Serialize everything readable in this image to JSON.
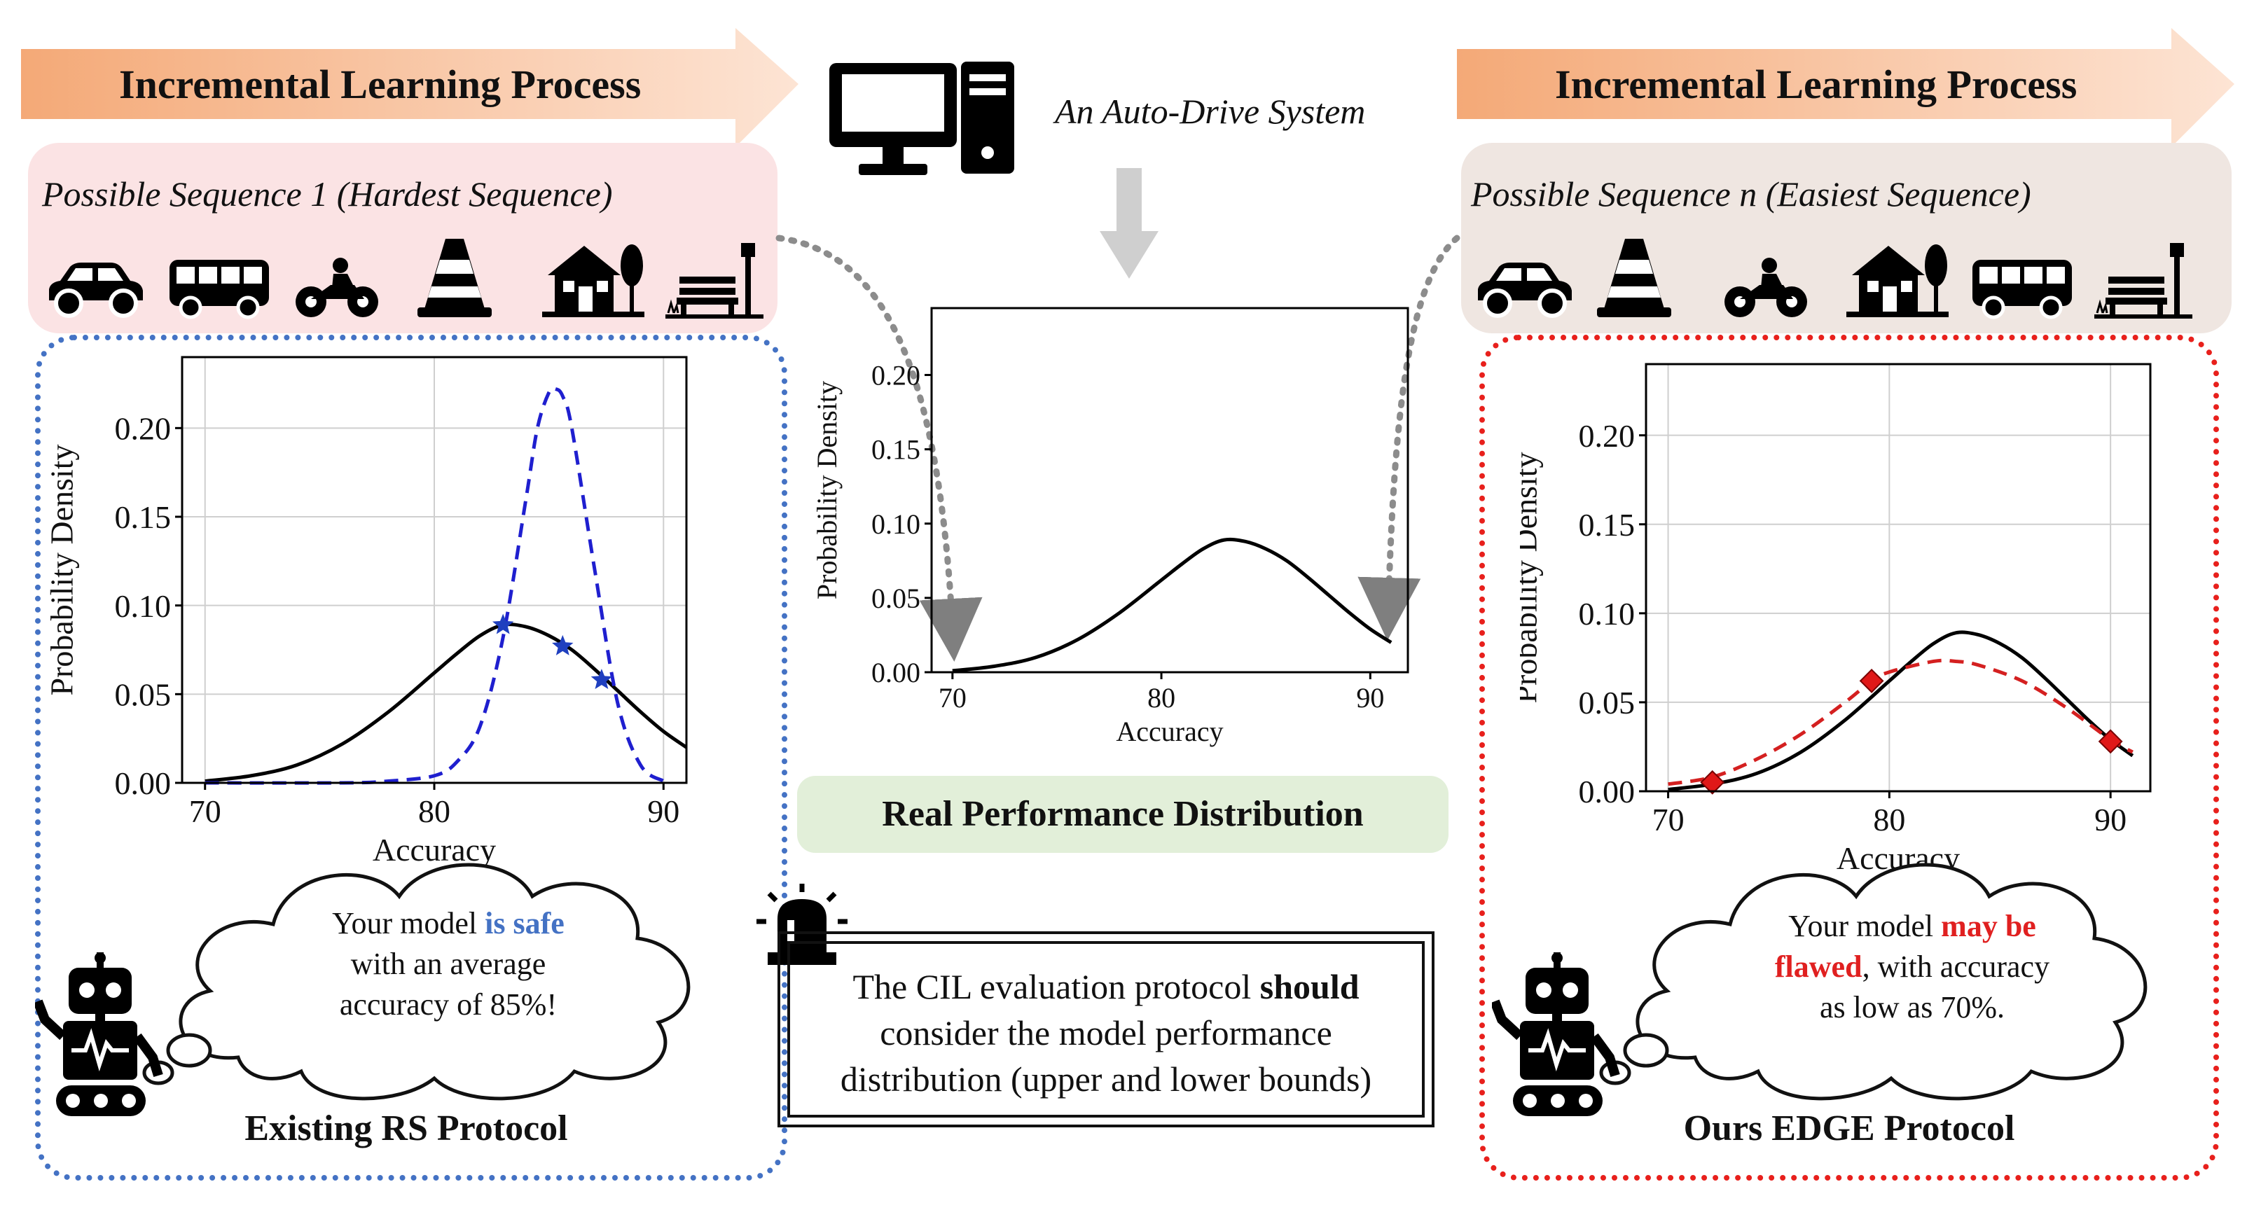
{
  "left": {
    "banner": "Incremental Learning Process",
    "sequence_title": "Possible Sequence 1 (Hardest Sequence)",
    "icons": [
      "car-icon",
      "bus-icon",
      "motorbike-icon",
      "traffic-cone-icon",
      "house-icon",
      "park-bench-icon"
    ],
    "caption": "Existing RS Protocol",
    "bubble": {
      "part1": "Your model ",
      "highlight": "is safe",
      "part2": "with an average",
      "part3": "accuracy of 85%!"
    },
    "highlight_color": "#4472c4",
    "box_color": "#4472c4"
  },
  "center": {
    "system_label": "An Auto-Drive System",
    "icons": [
      "desktop-monitor-icon",
      "pc-tower-icon"
    ],
    "label": "Real Performance Distribution",
    "alert": {
      "pre": "The CIL evaluation protocol ",
      "bold": "should",
      "line2": "consider the model performance",
      "line3": "distribution (upper and lower bounds)"
    }
  },
  "right": {
    "banner": "Incremental Learning Process",
    "sequence_title": "Possible Sequence n (Easiest Sequence)",
    "icons": [
      "car-icon",
      "traffic-cone-icon",
      "motorbike-icon",
      "house-icon",
      "bus-icon",
      "park-bench-icon"
    ],
    "caption": "Ours EDGE Protocol",
    "bubble": {
      "part1": "Your model ",
      "highlight1": "may be",
      "highlight2": "flawed",
      "part2": ", with accuracy",
      "part3": "as low as 70%."
    },
    "highlight_color": "#e02020",
    "box_color": "#e8201c"
  },
  "chart_data": [
    {
      "id": "left",
      "type": "line",
      "xlabel": "Accuracy",
      "ylabel": "Probability Density",
      "xlim": [
        69,
        91
      ],
      "ylim": [
        0,
        0.24
      ],
      "xticks": [
        70,
        80,
        90
      ],
      "yticks": [
        0.0,
        0.05,
        0.1,
        0.15,
        0.2
      ],
      "grid": true,
      "series": [
        {
          "style": "solid",
          "color": "#000000",
          "x": [
            70,
            72,
            74,
            76,
            78,
            80,
            81,
            82,
            83,
            84,
            85,
            86,
            87,
            88,
            89,
            90,
            91
          ],
          "y": [
            0.001,
            0.004,
            0.01,
            0.022,
            0.04,
            0.062,
            0.073,
            0.083,
            0.089,
            0.088,
            0.083,
            0.075,
            0.064,
            0.052,
            0.04,
            0.029,
            0.02
          ]
        },
        {
          "style": "dashed",
          "color": "#1f1fcf",
          "x": [
            70,
            76,
            78,
            80,
            81,
            82,
            83,
            84,
            84.5,
            85,
            85.3,
            85.6,
            86,
            87,
            88,
            89,
            90
          ],
          "y": [
            0,
            0,
            0.001,
            0.004,
            0.012,
            0.032,
            0.082,
            0.16,
            0.2,
            0.22,
            0.222,
            0.218,
            0.2,
            0.12,
            0.045,
            0.01,
            0.001
          ]
        }
      ],
      "markers": {
        "shape": "star",
        "color": "#1f3fbf",
        "x": [
          83,
          85.6,
          87.3
        ],
        "y": [
          0.089,
          0.077,
          0.058
        ]
      }
    },
    {
      "id": "center",
      "type": "line",
      "xlabel": "Accuracy",
      "ylabel": "Probability Density",
      "xlim": [
        69,
        91.8
      ],
      "ylim": [
        0,
        0.245
      ],
      "xticks": [
        70,
        80,
        90
      ],
      "yticks": [
        0.0,
        0.05,
        0.1,
        0.15,
        0.2
      ],
      "grid": false,
      "series": [
        {
          "style": "solid",
          "color": "#000000",
          "x": [
            70,
            72,
            74,
            76,
            78,
            80,
            81,
            82,
            83,
            84,
            85,
            86,
            87,
            88,
            89,
            90,
            91
          ],
          "y": [
            0.001,
            0.004,
            0.01,
            0.022,
            0.04,
            0.062,
            0.073,
            0.083,
            0.089,
            0.088,
            0.083,
            0.075,
            0.064,
            0.052,
            0.04,
            0.029,
            0.02
          ]
        }
      ]
    },
    {
      "id": "right",
      "type": "line",
      "xlabel": "Accuracy",
      "ylabel": "Probability Density",
      "xlim": [
        69,
        91.8
      ],
      "ylim": [
        0,
        0.24
      ],
      "xticks": [
        70,
        80,
        90
      ],
      "yticks": [
        0.0,
        0.05,
        0.1,
        0.15,
        0.2
      ],
      "grid": true,
      "series": [
        {
          "style": "solid",
          "color": "#000000",
          "x": [
            70,
            72,
            74,
            76,
            78,
            80,
            81,
            82,
            83,
            84,
            85,
            86,
            87,
            88,
            89,
            90,
            91
          ],
          "y": [
            0.001,
            0.004,
            0.01,
            0.022,
            0.04,
            0.062,
            0.073,
            0.083,
            0.089,
            0.088,
            0.083,
            0.075,
            0.064,
            0.052,
            0.04,
            0.029,
            0.02
          ]
        },
        {
          "style": "dashed",
          "color": "#d42020",
          "x": [
            70,
            72,
            74,
            76,
            78,
            79.2,
            80,
            82,
            83,
            84,
            86,
            88,
            90,
            91
          ],
          "y": [
            0.004,
            0.008,
            0.018,
            0.032,
            0.05,
            0.062,
            0.067,
            0.073,
            0.073,
            0.071,
            0.062,
            0.047,
            0.029,
            0.022
          ]
        }
      ],
      "markers": {
        "shape": "diamond",
        "color": "#e01818",
        "x": [
          72,
          79.2,
          90
        ],
        "y": [
          0.005,
          0.062,
          0.028
        ]
      }
    }
  ]
}
